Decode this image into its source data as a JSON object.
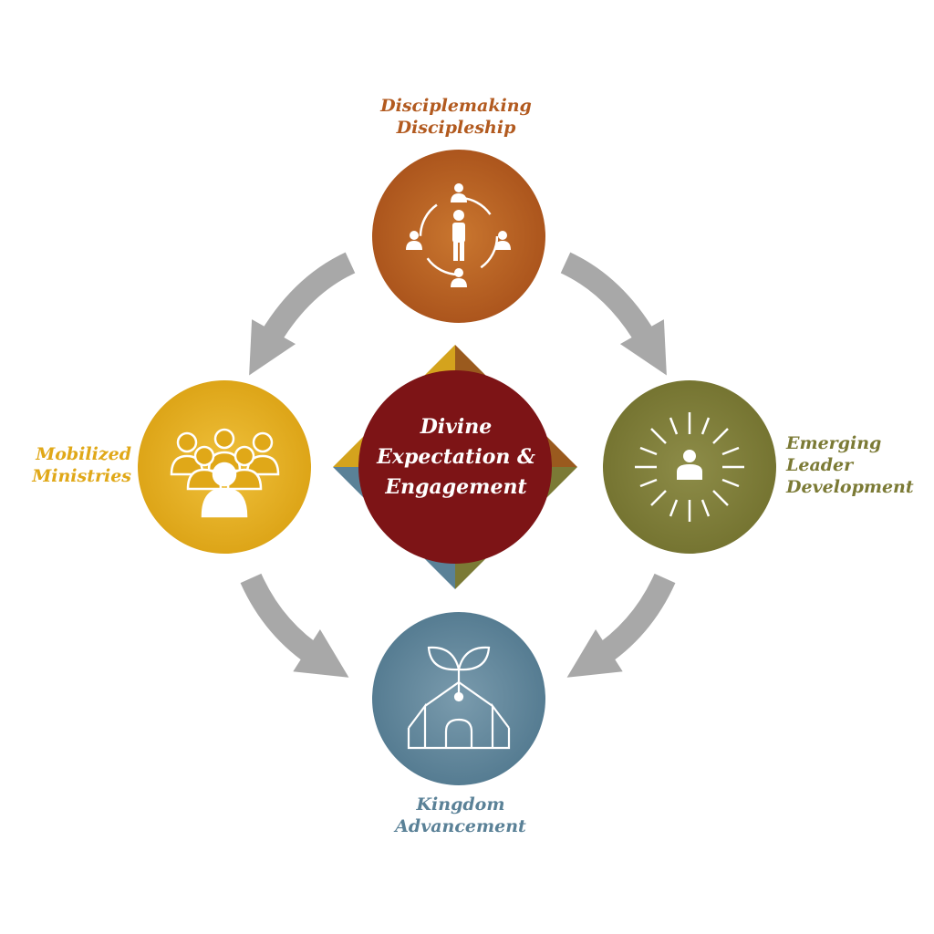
{
  "colors": {
    "top": "#b25a1f",
    "left": "#e0a818",
    "right": "#7b7a35",
    "bottom": "#5a8197",
    "center": "#7d1416",
    "arrow": "#a8a8a8"
  },
  "center": {
    "title": [
      "Divine",
      "Expectation &",
      "Engagement"
    ]
  },
  "nodes": {
    "top": {
      "label": [
        "Disciplemaking",
        "Discipleship"
      ],
      "icon": "disciple-cycle-icon"
    },
    "left": {
      "label": [
        "Mobilized",
        "Ministries"
      ],
      "icon": "group-icon"
    },
    "right": {
      "label": [
        "Emerging",
        "Leader",
        "Development"
      ],
      "icon": "radiant-leader-icon"
    },
    "bottom": {
      "label": [
        "Kingdom",
        "Advancement"
      ],
      "icon": "sprouting-church-icon"
    }
  }
}
